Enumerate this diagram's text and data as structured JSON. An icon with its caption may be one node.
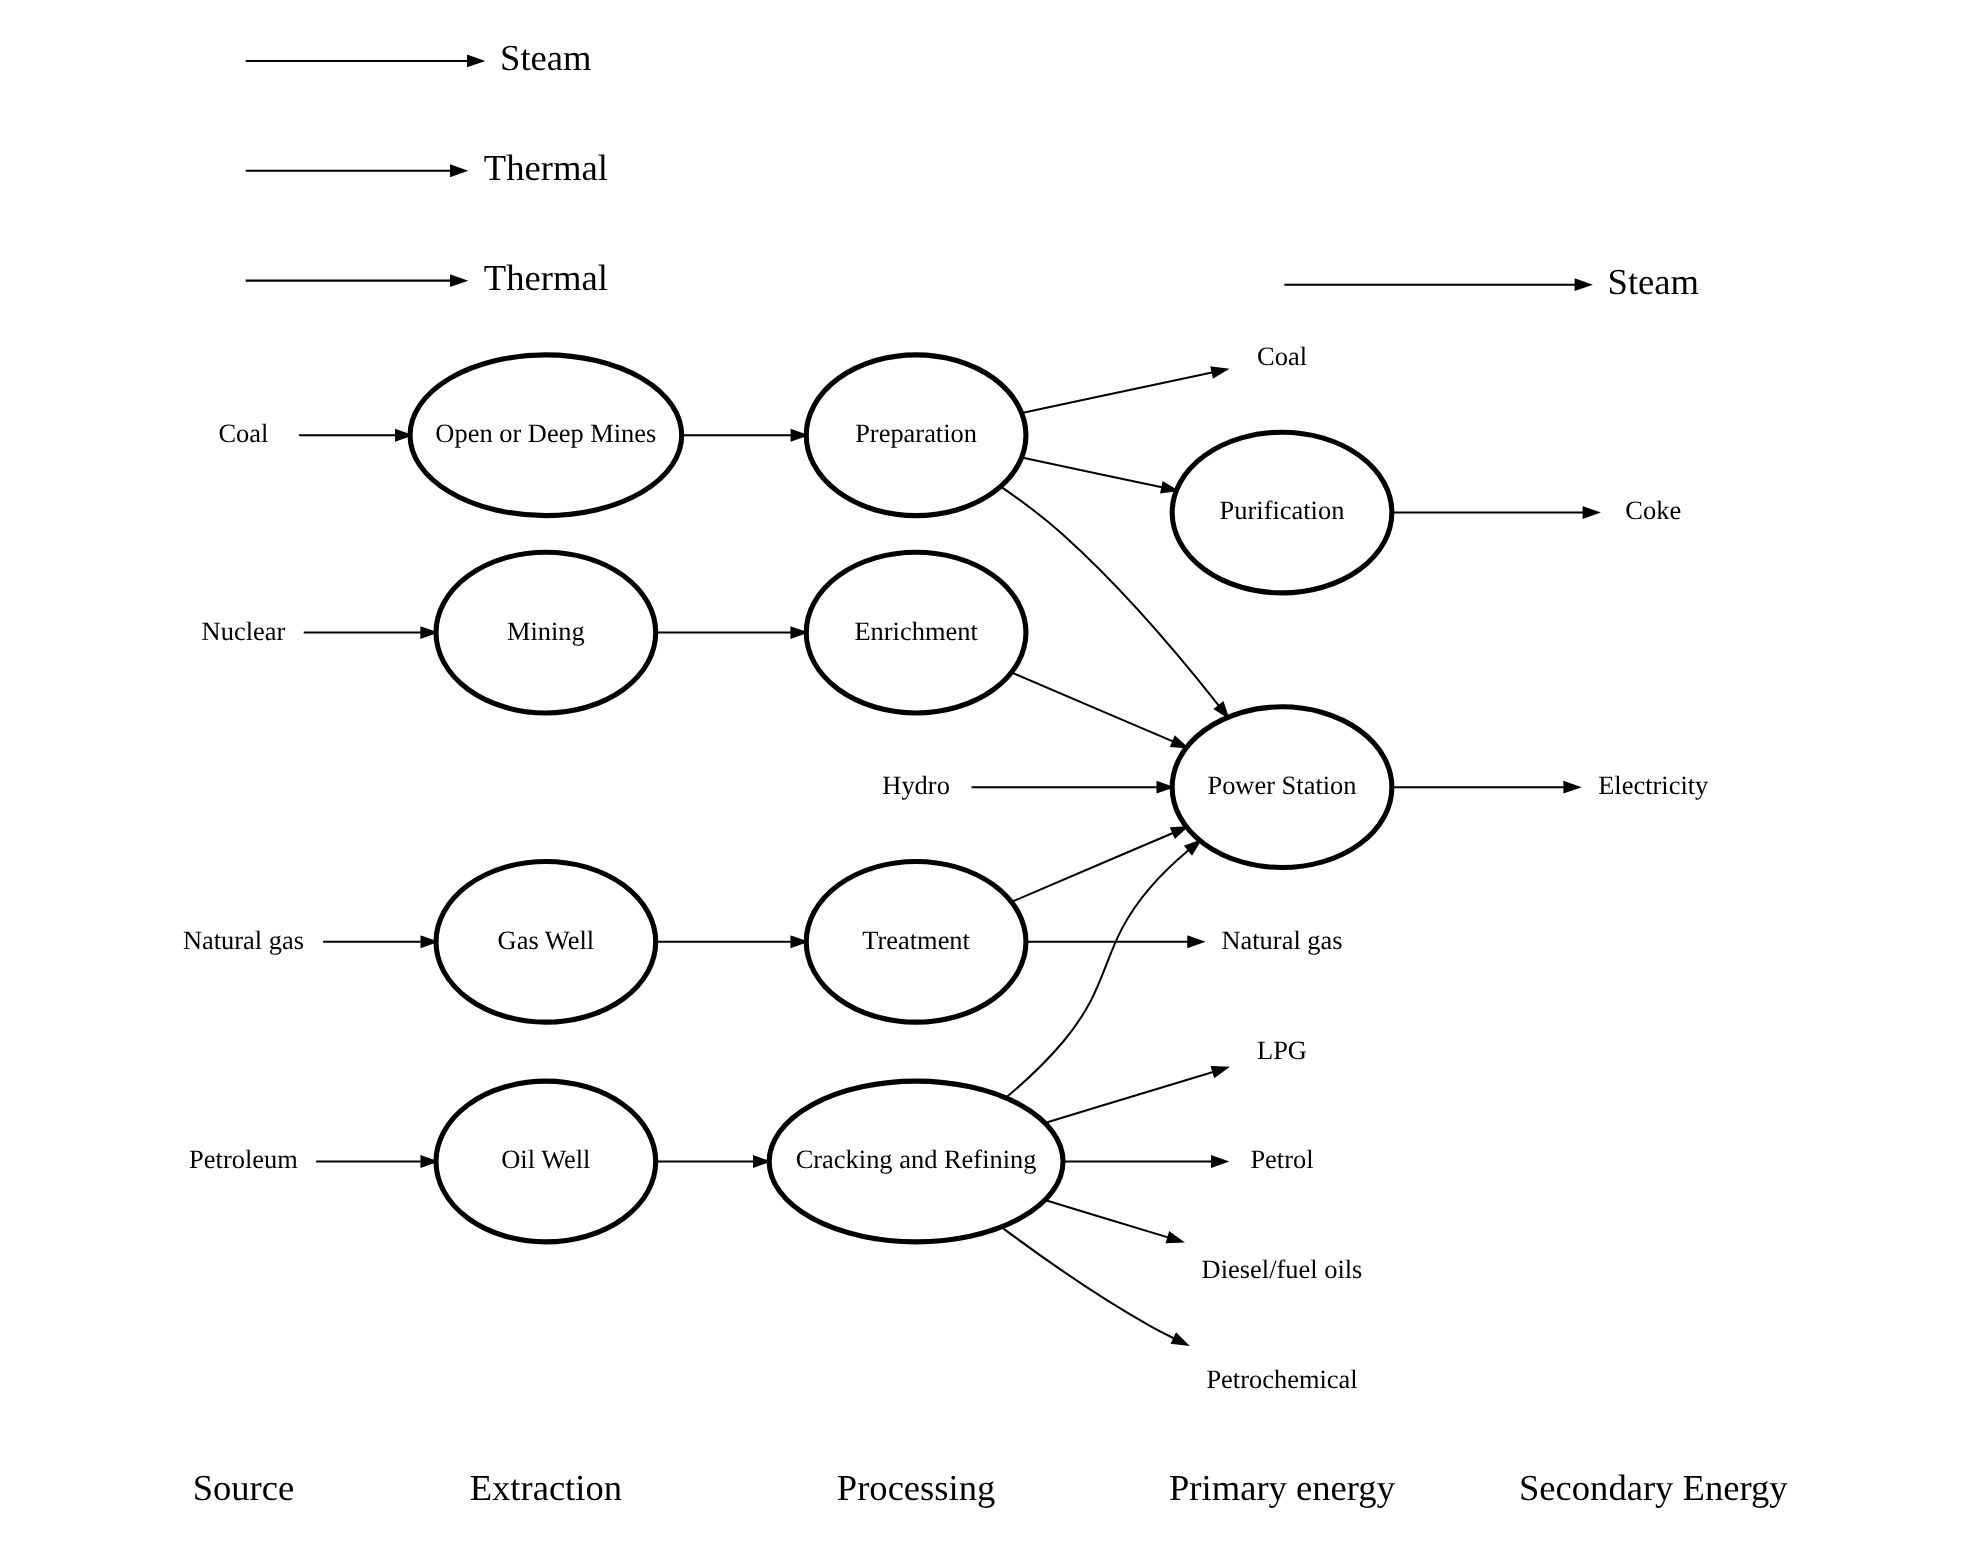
{
  "diagram": {
    "nodes": [
      {
        "text": [
          "Coal"
        ]
      },
      {
        "text": [
          "Open or Deep Mines"
        ]
      },
      {
        "text": [
          "Preparation"
        ]
      },
      {
        "text": [
          "Coal"
        ]
      },
      {
        "text": [
          "Steam"
        ]
      },
      {
        "text": [
          "Thermal"
        ]
      },
      {
        "text": [
          "Purification"
        ]
      },
      {
        "text": [
          "Coke"
        ]
      },
      {
        "text": [
          "Hydro"
        ]
      },
      {
        "text": [
          "Power Station"
        ]
      },
      {
        "text": [
          "Electricity"
        ]
      },
      {
        "text": [
          "Nuclear"
        ]
      },
      {
        "text": [
          "Mining"
        ]
      },
      {
        "text": [
          "Enrichment"
        ]
      },
      {
        "text": [
          "Natural gas"
        ]
      },
      {
        "text": [
          "Gas Well"
        ]
      },
      {
        "text": [
          "Treatment"
        ]
      },
      {
        "text": [
          "Natural gas"
        ]
      },
      {
        "text": [
          "Thermal"
        ]
      },
      {
        "text": [
          "Petroleum"
        ]
      },
      {
        "text": [
          "Oil Well"
        ]
      },
      {
        "text": [
          "Cracking and Refining"
        ]
      },
      {
        "text": [
          "LPG"
        ]
      },
      {
        "text": [
          "Petrol"
        ]
      },
      {
        "text": [
          "Diesel/fuel oils"
        ]
      },
      {
        "text": [
          "Petrochemical"
        ]
      },
      {
        "text": [
          "Steam"
        ]
      }
    ],
    "edges": [
      {
        "from": 0,
        "to": 1,
        "arrow": "to"
      },
      {
        "from": 1,
        "to": 2,
        "arrow": "to"
      },
      {
        "from": 2,
        "to": 3,
        "arrow": "to"
      },
      {
        "from": 2,
        "to": 6,
        "arrow": "to"
      },
      {
        "from": 6,
        "to": 7,
        "arrow": "to"
      },
      {
        "from": 2,
        "to": 9,
        "arrow": "to"
      },
      {
        "from": null,
        "to": 4,
        "arrow": "to"
      },
      {
        "from": null,
        "to": 5,
        "arrow": "to"
      },
      {
        "from": 8,
        "to": 9,
        "arrow": "to"
      },
      {
        "from": 11,
        "to": 12,
        "arrow": "to"
      },
      {
        "from": 12,
        "to": 13,
        "arrow": "to"
      },
      {
        "from": 13,
        "to": 9,
        "arrow": "to"
      },
      {
        "from": 9,
        "to": 10,
        "arrow": "to"
      },
      {
        "from": 14,
        "to": 15,
        "arrow": "to"
      },
      {
        "from": 15,
        "to": 16,
        "arrow": "to"
      },
      {
        "from": 16,
        "to": 9,
        "arrow": "to"
      },
      {
        "from": 16,
        "to": 17,
        "arrow": "to"
      },
      {
        "from": null,
        "to": 18,
        "arrow": "to"
      },
      {
        "from": 19,
        "to": 20,
        "arrow": "to"
      },
      {
        "from": 20,
        "to": 21,
        "arrow": "to"
      },
      {
        "from": 21,
        "to": 9,
        "arrow": "to"
      },
      {
        "from": 21,
        "to": 22,
        "arrow": "to"
      },
      {
        "from": 21,
        "to": 23,
        "arrow": "to"
      },
      {
        "from": 21,
        "to": 24,
        "arrow": "to"
      },
      {
        "from": 21,
        "to": 25,
        "arrow": "to"
      },
      {
        "from": null,
        "to": 26,
        "arrow": "to"
      }
    ],
    "labels": [
      "Source",
      "Extraction",
      "Processing",
      "Primary energy",
      "Secondary Energy"
    ]
  }
}
